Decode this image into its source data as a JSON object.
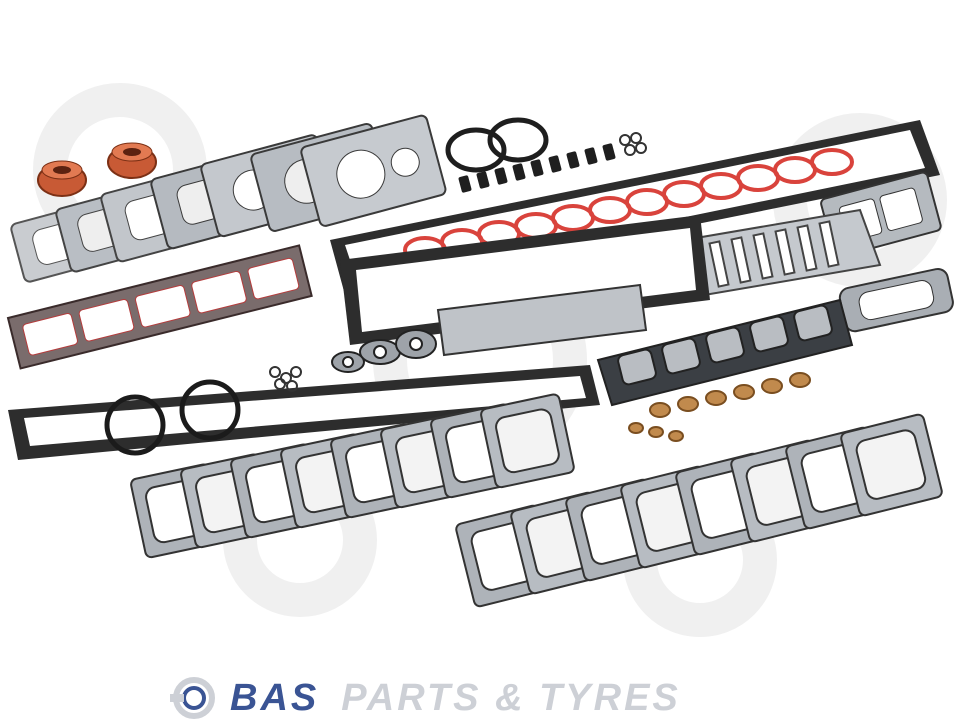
{
  "scene": {
    "subject": "engine-gasket-set",
    "colors": {
      "background": "#ffffff",
      "steel": "#b4b9bf",
      "steel_dark": "#6f757c",
      "black_rubber": "#2b2b2b",
      "red_oring": "#d9433c",
      "orange_seal": "#c85a35",
      "copper": "#c18a4d",
      "watermark": "#f1f1f1"
    }
  },
  "logo": {
    "brand": "BAS",
    "tagline": "PARTS & TYRES",
    "colors": {
      "brand": "#3a5494",
      "tagline": "#cdd0d6"
    }
  }
}
